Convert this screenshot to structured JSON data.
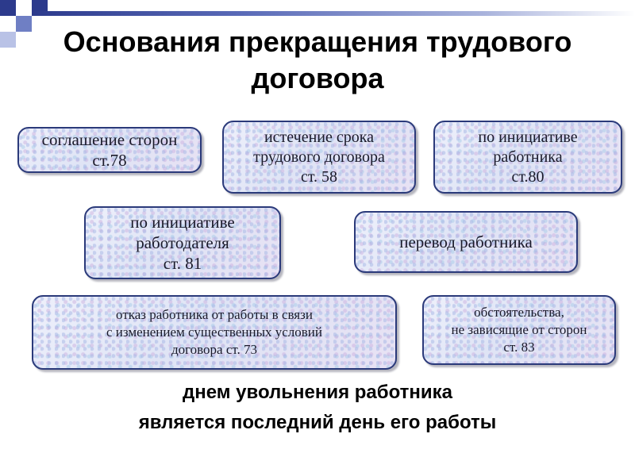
{
  "title": {
    "line1": "Основания прекращения трудового",
    "line2": "договора"
  },
  "boxes": {
    "agreement": {
      "line1": "соглашение сторон",
      "line2": "ст.78"
    },
    "expiry": {
      "line1": "истечение срока",
      "line2": "трудового договора",
      "line3": "ст. 58"
    },
    "employee_initiative": {
      "line1": "по инициативе",
      "line2": "работника",
      "line3": "ст.80"
    },
    "employer_initiative": {
      "line1": "по инициативе",
      "line2": "работодателя",
      "line3": "ст. 81"
    },
    "transfer": {
      "line1": "перевод работника"
    },
    "refusal": {
      "line1": "отказ работника от работы в связи",
      "line2": "с изменением существенных условий",
      "line3": "договора ст. 73"
    },
    "circumstances": {
      "line1": "обстоятельства,",
      "line2": "не зависящие от сторон",
      "line3": "ст. 83"
    }
  },
  "footer": {
    "line1": "днем увольнения работника",
    "line2": "является последний день его работы"
  },
  "colors": {
    "box_border": "#2b3a7a",
    "box_fill": "#e3e7f6",
    "deco_dark": "#2c3a8c",
    "deco_mid": "#6f7fc4",
    "deco_light": "#b9c2e6"
  }
}
